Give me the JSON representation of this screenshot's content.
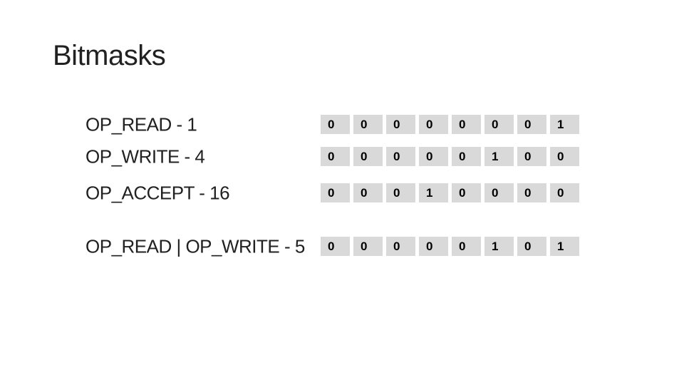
{
  "slide": {
    "title": "Bitmasks"
  },
  "rows": [
    {
      "label": "OP_READ - 1",
      "bits": [
        "0",
        "0",
        "0",
        "0",
        "0",
        "0",
        "0",
        "1"
      ]
    },
    {
      "label": "OP_WRITE - 4",
      "bits": [
        "0",
        "0",
        "0",
        "0",
        "0",
        "1",
        "0",
        "0"
      ]
    },
    {
      "label": "OP_ACCEPT - 16",
      "bits": [
        "0",
        "0",
        "0",
        "1",
        "0",
        "0",
        "0",
        "0"
      ]
    },
    {
      "label": "OP_READ | OP_WRITE - 5",
      "bits": [
        "0",
        "0",
        "0",
        "0",
        "0",
        "1",
        "0",
        "1"
      ]
    }
  ],
  "colors": {
    "cell_bg": "#d9d9d9",
    "title_text": "#212121",
    "bit_text": "#000000"
  }
}
